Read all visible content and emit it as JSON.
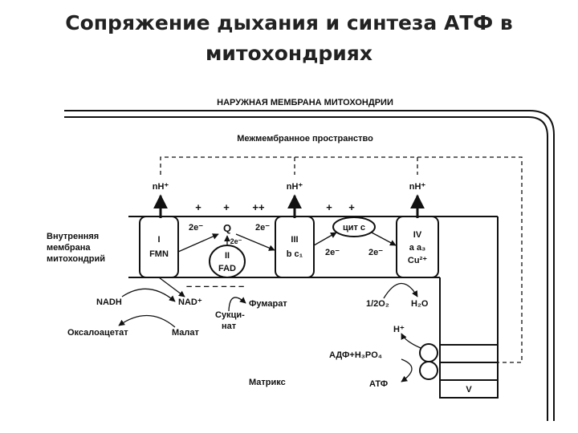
{
  "title": {
    "line1": "Сопряжение дыхания и синтеза АТФ в",
    "line2": "митохондриях"
  },
  "diagram": {
    "outer_membrane": "НАРУЖНАЯ МЕМБРАНА МИТОХОНДРИИ",
    "intermembrane_space": "Межмембранное пространство",
    "inner_membrane": [
      "Внутренняя",
      "мембрана",
      "митохондрий"
    ],
    "matrix": "Матрикс",
    "proton_label": "nH⁺",
    "plus_signs": [
      "+",
      "+",
      "++",
      "+",
      "+"
    ],
    "minus_signs": "– – – – – – –",
    "electrons": [
      "2e⁻",
      "2e⁻",
      "2e⁻",
      "2e⁻",
      "2e⁻"
    ],
    "complex_1": {
      "numeral": "I",
      "name": "FMN"
    },
    "q": "Q",
    "complex_2": {
      "numeral": "II",
      "name": "FAD"
    },
    "complex_3": {
      "numeral": "III",
      "name": "b c₁"
    },
    "cyt_c": "цит c",
    "complex_4": {
      "numeral": "IV",
      "line2": "a a₃",
      "line3": "Cu²⁺"
    },
    "complex_5": "V",
    "nadh": "NADH",
    "nad": "NAD⁺",
    "oxaloacetate": "Оксалоацетат",
    "malate": "Малат",
    "succinate": [
      "Сукци-",
      "нат"
    ],
    "fumarate": "Фумарат",
    "half_o2": "1/2O₂",
    "water": "H₂O",
    "h_plus": "H⁺",
    "adp_phosphate": "АДФ+H₃PO₄",
    "atp": "АТФ"
  }
}
